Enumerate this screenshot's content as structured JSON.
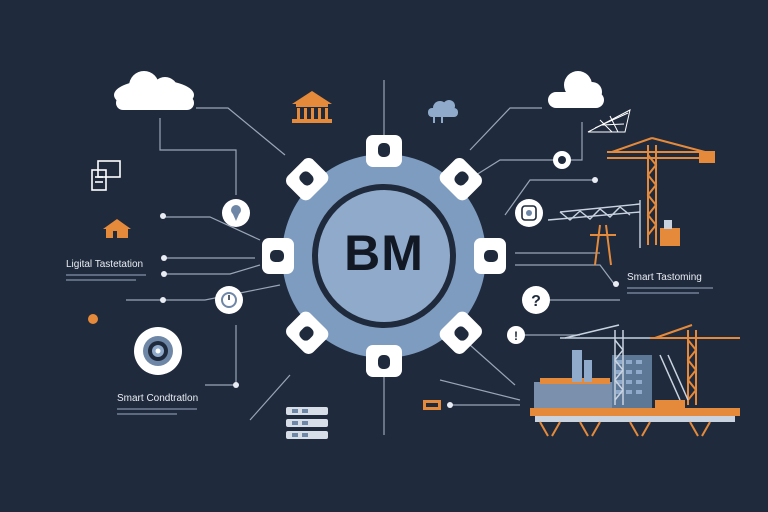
{
  "center": {
    "label": "BM"
  },
  "labels": {
    "left_top": "Ligital Tastetation",
    "left_bottom": "Smart Condtratlon",
    "right": "Smart Tastoming"
  },
  "colors": {
    "background": "#1f2a3c",
    "hub_ring": "#7e9cbf",
    "hub_core": "#8faaca",
    "accent_orange": "#e58a3b",
    "steel": "#7a90ad",
    "line": "#9aa6b8"
  },
  "icons": [
    "cloud-icon",
    "building-icon",
    "document-icon",
    "house-icon",
    "pin-icon",
    "clock-icon",
    "target-icon",
    "server-icon",
    "question-icon",
    "exclamation-icon",
    "crane-icon",
    "factory-icon",
    "network-icon",
    "tag-icon"
  ]
}
